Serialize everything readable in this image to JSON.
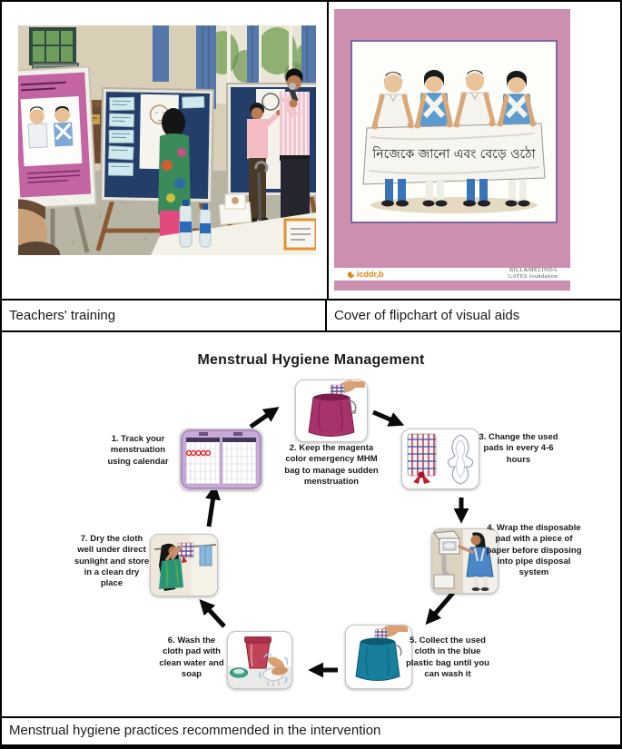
{
  "top_left_panel": {
    "caption": "Teachers' training"
  },
  "top_right_panel": {
    "caption": "Cover of flipchart of visual aids",
    "banner_text": "নিজেকে জানো এবং বেড়ে ওঠো",
    "logos": {
      "icddrb": "icddr,b",
      "gates_line1": "BILL&MELINDA",
      "gates_line2": "GATES foundation"
    }
  },
  "diagram": {
    "title": "Menstrual Hygiene Management",
    "steps": [
      {
        "label": "1. Track your menstruation using calendar",
        "illustration": "calendar"
      },
      {
        "label": "2. Keep the magenta color emergency MHM bag to manage sudden menstruation",
        "illustration": "magenta-mhm-bag"
      },
      {
        "label": "3. Change the used pads in every 4-6 hours",
        "illustration": "cloth-and-pad"
      },
      {
        "label": "4. Wrap the disposable pad with a piece of paper before disposing into pipe disposal system",
        "illustration": "pipe-disposal"
      },
      {
        "label": "5. Collect the used cloth in the blue plastic bag until you can wash it",
        "illustration": "blue-plastic-bag"
      },
      {
        "label": "6. Wash the cloth pad with clean water and soap",
        "illustration": "washing-cloth-pad"
      },
      {
        "label": "7. Dry the cloth well under direct sunlight and store in a clean dry place",
        "illustration": "drying-cloth"
      }
    ]
  },
  "bottom_caption": "Menstrual hygiene practices recommended in the intervention",
  "colors": {
    "magenta_bag": "#a8326a",
    "blue_bag": "#177f9b",
    "cover_pink": "#cd8fb0",
    "calendar_purple": "#c9a9d8",
    "board_navy": "#243e6a",
    "icddrb_orange": "#e8820c",
    "arrow_black": "#0a0a0a"
  }
}
